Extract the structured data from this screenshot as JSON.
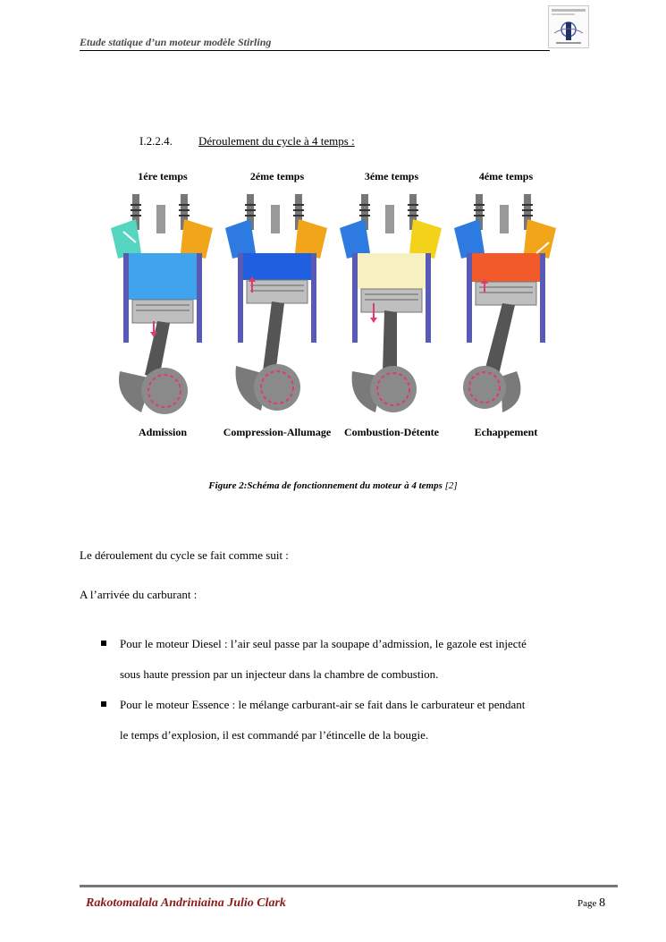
{
  "header": {
    "running_title": "Etude statique d’un moteur modèle Stirling"
  },
  "section": {
    "number": "I.2.2.4.",
    "title": "Déroulement du cycle à 4 temps :"
  },
  "figure": {
    "stages": [
      {
        "title": "1ére temps",
        "label": "Admission",
        "chamber_color": "#3fa3ee"
      },
      {
        "title": "2éme temps",
        "label": "Compression-Allumage",
        "chamber_color": "#1f5fe0"
      },
      {
        "title": "3éme temps",
        "label": "Combustion-Détente",
        "chamber_color": "#f7f0c0"
      },
      {
        "title": "4éme temps",
        "label": "Echappement",
        "chamber_color": "#f35a2a"
      }
    ],
    "caption": "Figure 2:Schéma de fonctionnement du moteur à 4 temps",
    "caption_ref": "[2]"
  },
  "body": {
    "intro": "Le déroulement du cycle se fait comme suit :",
    "subheading": "A l’arrivée du carburant :",
    "bullets": [
      {
        "line1": "Pour le moteur Diesel : l’air seul passe par la soupape d’admission, le gazole est injecté",
        "line2": "sous haute pression par un injecteur dans la chambre de combustion."
      },
      {
        "line1": "Pour le moteur Essence : le mélange carburant-air se fait dans le carburateur et pendant",
        "line2": "le temps d’explosion, il est commandé par l’étincelle de la bougie."
      }
    ]
  },
  "footer": {
    "author": "Rakotomalala Andriniaina Julio Clark",
    "page_label": "Page",
    "page_number": "8"
  }
}
